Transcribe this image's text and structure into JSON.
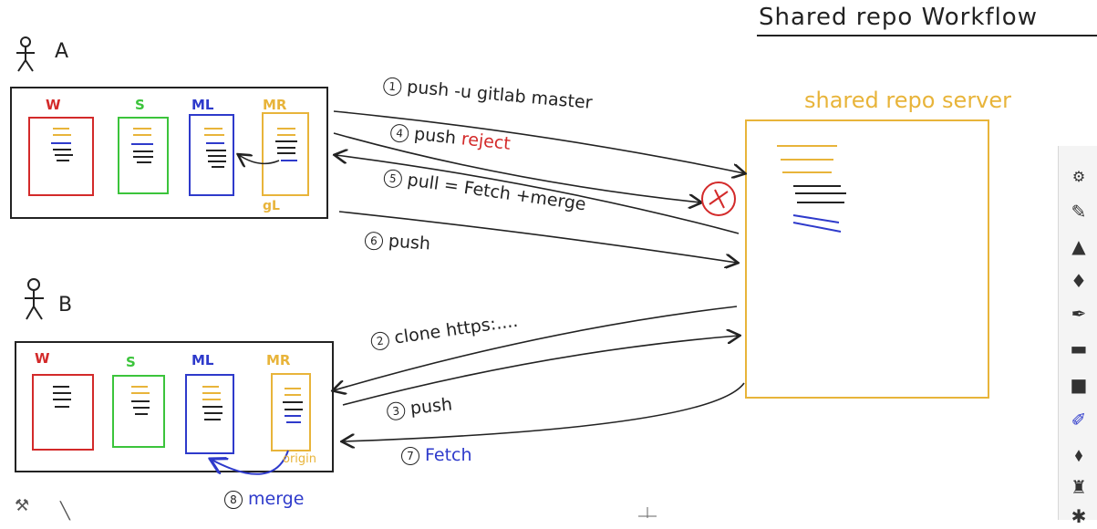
{
  "title": "Shared repo Workflow",
  "actors": {
    "a": {
      "label": "A"
    },
    "b": {
      "label": "B"
    }
  },
  "repo_a": {
    "columns": [
      {
        "label": "W",
        "color": "#d32a2a"
      },
      {
        "label": "S",
        "color": "#3bc43b"
      },
      {
        "label": "ML",
        "color": "#2e3acb"
      },
      {
        "label": "MR",
        "color": "#e8b43a"
      }
    ],
    "remote_name": "gL"
  },
  "repo_b": {
    "columns": [
      {
        "label": "W",
        "color": "#d32a2a"
      },
      {
        "label": "S",
        "color": "#3bc43b"
      },
      {
        "label": "ML",
        "color": "#2e3acb"
      },
      {
        "label": "MR",
        "color": "#e8b43a"
      }
    ],
    "remote_name": "origin"
  },
  "server": {
    "label": "shared repo server"
  },
  "steps": {
    "s1": {
      "num": "1",
      "text": "push -u gitlab master"
    },
    "s4": {
      "num": "4",
      "text": "push",
      "extra": "reject"
    },
    "s5": {
      "num": "5",
      "text": "pull = Fetch +merge"
    },
    "s6": {
      "num": "6",
      "text": "push"
    },
    "s2": {
      "num": "2",
      "text": "clone https:...."
    },
    "s3": {
      "num": "3",
      "text": "push"
    },
    "s7": {
      "num": "7",
      "text": "Fetch"
    },
    "s8": {
      "num": "8",
      "text": "merge"
    }
  },
  "toolbar": {
    "tools": [
      "settings-icon",
      "pencil-icon",
      "marker-icon",
      "felt-pen-icon",
      "pen-nib-icon",
      "eraser-icon",
      "fill-icon",
      "blue-pen-icon",
      "chisel-pen-icon",
      "brush-icon",
      "star-tool-icon"
    ]
  },
  "colors": {
    "ink": "#222222",
    "red": "#d32a2a",
    "green": "#3bc43b",
    "blue": "#2e3acb",
    "orange": "#e8b43a"
  }
}
